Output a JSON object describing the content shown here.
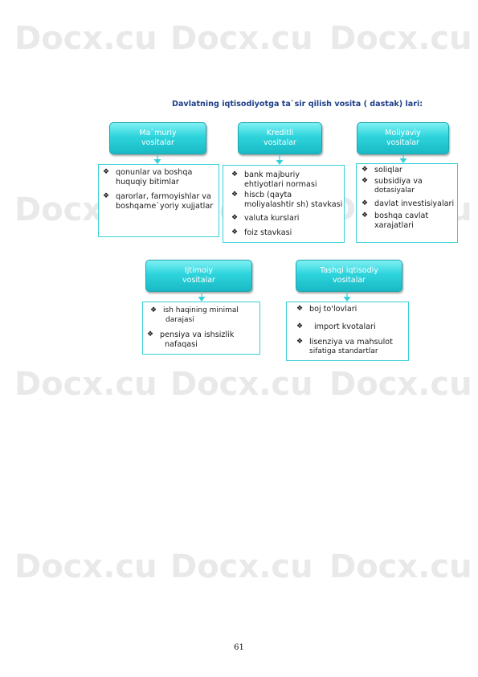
{
  "watermark": "Docx.cu",
  "title": "Davlatning  iqtisodiyotga  ta`sir qilish  vosita ( dastak) lari:",
  "bullet_symbol": "❖",
  "groups": {
    "administrative": {
      "heading_line1": "Ma`muriy",
      "heading_line2": "vositalar",
      "items": [
        "qonunlar  va boshqa",
        "huquqiy bitimlar",
        "qarorlar, farmoyishlar va",
        "boshqame`yoriy xujjatlar"
      ]
    },
    "credit": {
      "heading_line1": "Kreditli",
      "heading_line2": "vositalar",
      "items": [
        "bank majburiy",
        "ehtiyotlari normasi",
        "hiscb (qayta",
        "moliyalashtir sh) stavkasi",
        "valuta  kurslari",
        "foiz  stavkasi"
      ]
    },
    "financial": {
      "heading_line1": "Moliyaviy",
      "heading_line2": "vositalar",
      "items": [
        "soliqlar",
        "subsidiya va",
        "dotasiyalar",
        "davlat investisiyalari",
        "boshqa cavlat",
        "xarajatlari"
      ]
    },
    "social": {
      "heading_line1": "Ijtimoiy",
      "heading_line2": "vositalar",
      "items": [
        "ish haqining minimal",
        "darajasi",
        "pensiya va ishsizlik",
        "nafaqasi"
      ]
    },
    "foreign": {
      "heading_line1": "Tashqi iqtisodiy",
      "heading_line2": "vositalar",
      "items": [
        "boj to'lovlari",
        "import kvotalari",
        "lisenziya va mahsulot",
        "sifatiga  standartlar"
      ]
    }
  },
  "page_number": "61",
  "colors": {
    "heading_top": "#7ff0f3",
    "heading_bottom": "#19b9c4",
    "box_border": "#38d0d8",
    "title": "#1f3f8a"
  }
}
